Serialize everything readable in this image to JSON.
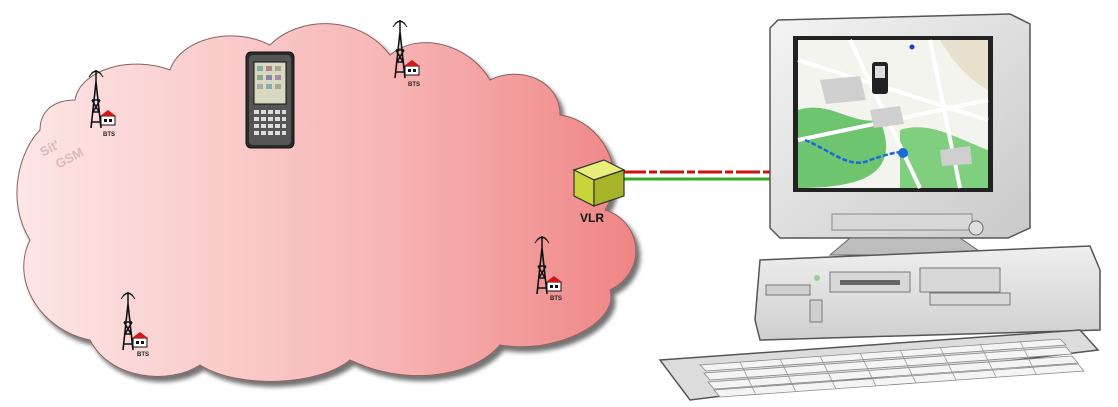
{
  "network": {
    "label_line1": "Sít'",
    "label_line2": "GSM"
  },
  "bts_label": "BTS",
  "vlr": {
    "label": "VLR"
  },
  "colors": {
    "cloud_dark": "#f08a8a",
    "cloud_light": "#fde6e6",
    "link_red": "#cc1111",
    "link_green": "#33aa22",
    "vlr_box": "#d8e24a",
    "monitor_body": "#e8e8e8",
    "map_green": "#6fc46f",
    "route_blue": "#1a6ad8"
  },
  "icons": {
    "mobile_phone": "mobile-phone-icon",
    "bts_tower": "cell-tower-icon",
    "computer": "desktop-computer-icon"
  }
}
